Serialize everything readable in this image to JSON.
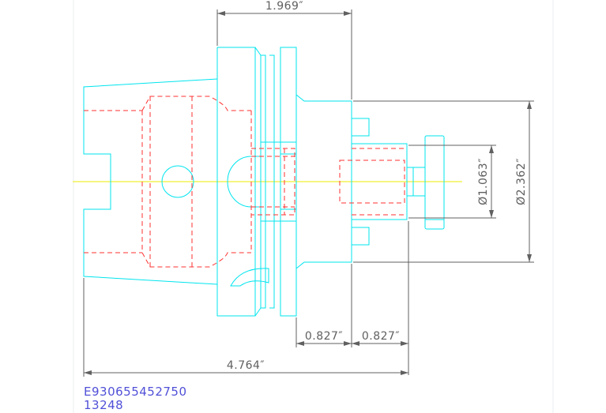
{
  "colors": {
    "outline": "#00e5ee",
    "hidden": "#ff3030",
    "centerline": "#eeee00",
    "dimension": "#606060",
    "label_text": "#5050d8"
  },
  "dimensions": {
    "top_length": "1.969″",
    "left_gap": "0.827″",
    "right_gap": "0.827″",
    "overall_length": "4.764″",
    "inner_diameter": "Ø1.063″",
    "outer_diameter": "Ø2.362″"
  },
  "labels": {
    "part_number": "E930655452750",
    "code": "13248"
  }
}
